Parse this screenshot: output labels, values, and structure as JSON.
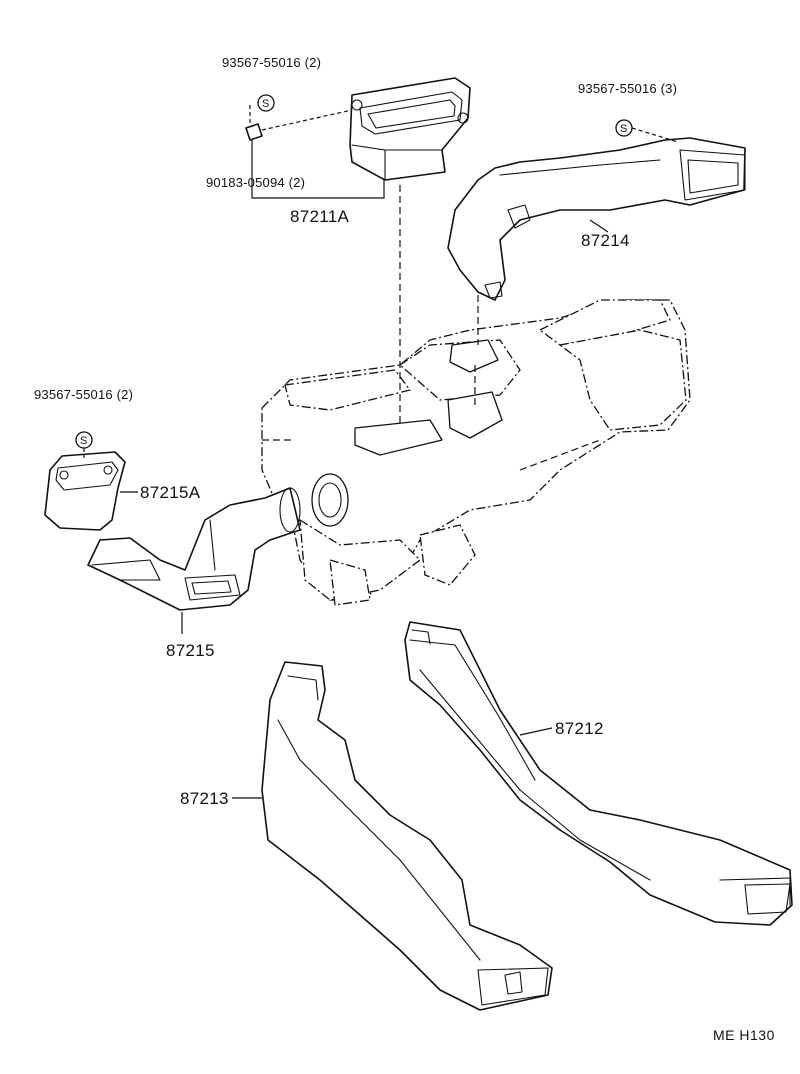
{
  "labels": {
    "screw_top_center": "93567-55016 (2)",
    "screw_top_right": "93567-55016 (3)",
    "screw_left": "93567-55016 (2)",
    "nut_top": "90183-05094 (2)",
    "duct_87211a": "87211A",
    "duct_87214": "87214",
    "duct_87215a": "87215A",
    "duct_87215": "87215",
    "duct_87212": "87212",
    "duct_87213": "87213",
    "diagram_code": "ME  H130"
  },
  "symbols": {
    "screw_symbol_letter": "S"
  }
}
